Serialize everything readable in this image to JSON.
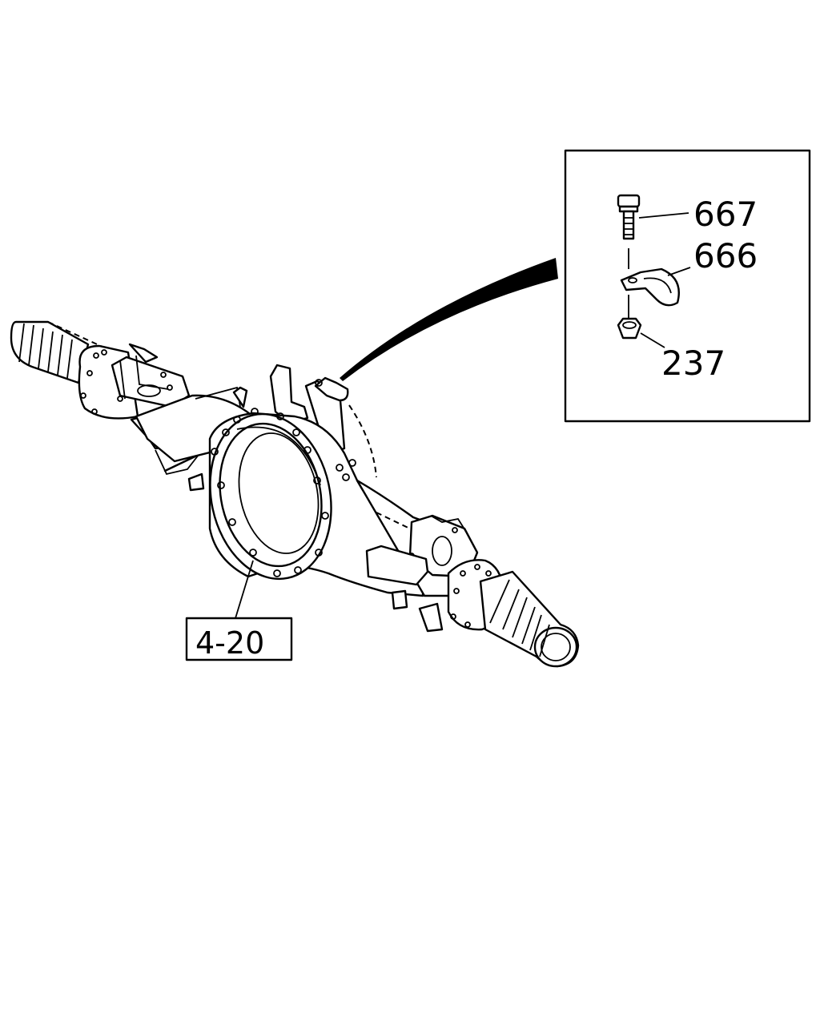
{
  "callouts": {
    "part_667": "667",
    "part_666": "666",
    "part_237": "237",
    "ref_axle_housing": "4-20"
  }
}
